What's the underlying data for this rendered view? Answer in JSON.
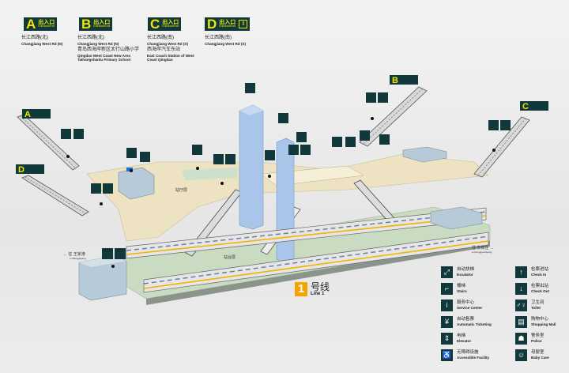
{
  "exits": [
    {
      "letter": "A",
      "cn": "出入口",
      "en": "Entrance/Exit",
      "lines": [
        {
          "cn": "长江西路(北)",
          "en": "Changjiang West Rd (N)"
        }
      ]
    },
    {
      "letter": "B",
      "cn": "出入口",
      "en": "Entrance/Exit",
      "lines": [
        {
          "cn": "长江西路(北)",
          "en": "Changjiang West Rd (N)"
        },
        {
          "cn": "青岛西海岸新区太行山路小学",
          "en": "Qingdao West Coast New Area Taihangshanlu Primary School"
        }
      ]
    },
    {
      "letter": "C",
      "cn": "出入口",
      "en": "Entrance/Exit",
      "lines": [
        {
          "cn": "长江西路(南)",
          "en": "Changjiang West Rd (S)"
        },
        {
          "cn": "西海岸汽车东站",
          "en": "East Coach Station of West Coast Qingdao"
        }
      ]
    },
    {
      "letter": "D",
      "cn": "出入口",
      "en": "Entrance/Exit",
      "lines": [
        {
          "cn": "长江西路(南)",
          "en": "Changjiang West Rd (S)"
        }
      ]
    }
  ],
  "map": {
    "concourse_label": "站厅层",
    "platform_label": "站台层",
    "dir_left": {
      "cn": "往 王家港",
      "en": "to Wangjiagang"
    },
    "dir_right": {
      "cn": "往 东郭庄",
      "en": "to Dongguozhuang"
    }
  },
  "line": {
    "number": "1",
    "cn": "号线",
    "en": "Line 1",
    "color": "#f4a300"
  },
  "legend": [
    {
      "icon": "escalator-icon",
      "glyph": "⤢",
      "cn": "自动扶梯",
      "en": "Escalator"
    },
    {
      "icon": "check-in-icon",
      "glyph": "↑",
      "cn": "检票进站",
      "en": "Check In"
    },
    {
      "icon": "stairs-icon",
      "glyph": "⌐",
      "cn": "楼梯",
      "en": "Stairs"
    },
    {
      "icon": "check-out-icon",
      "glyph": "↓",
      "cn": "检票出站",
      "en": "Check Out"
    },
    {
      "icon": "service-center-icon",
      "glyph": "i",
      "cn": "服务中心",
      "en": "Service Center"
    },
    {
      "icon": "toilet-icon",
      "glyph": "♂♀",
      "cn": "卫生间",
      "en": "Toilet"
    },
    {
      "icon": "ticketing-icon",
      "glyph": "¥",
      "cn": "自动售票",
      "en": "Automatic Ticketing"
    },
    {
      "icon": "shopping-mall-icon",
      "glyph": "▤",
      "cn": "购物中心",
      "en": "Shopping Mall"
    },
    {
      "icon": "elevator-icon",
      "glyph": "⇕",
      "cn": "电梯",
      "en": "Elevator"
    },
    {
      "icon": "police-icon",
      "glyph": "☗",
      "cn": "警务室",
      "en": "Police"
    },
    {
      "icon": "accessible-icon",
      "glyph": "♿",
      "cn": "无障碍设施",
      "en": "Accessible Facility"
    },
    {
      "icon": "baby-care-icon",
      "glyph": "☺",
      "cn": "母婴室",
      "en": "Baby Care"
    }
  ],
  "colors": {
    "badge_bg": "#11383a",
    "badge_fg": "#f3e600",
    "concourse": "#ede3c2",
    "platform": "#c9dcc2",
    "tower": "#a9c5ea"
  }
}
